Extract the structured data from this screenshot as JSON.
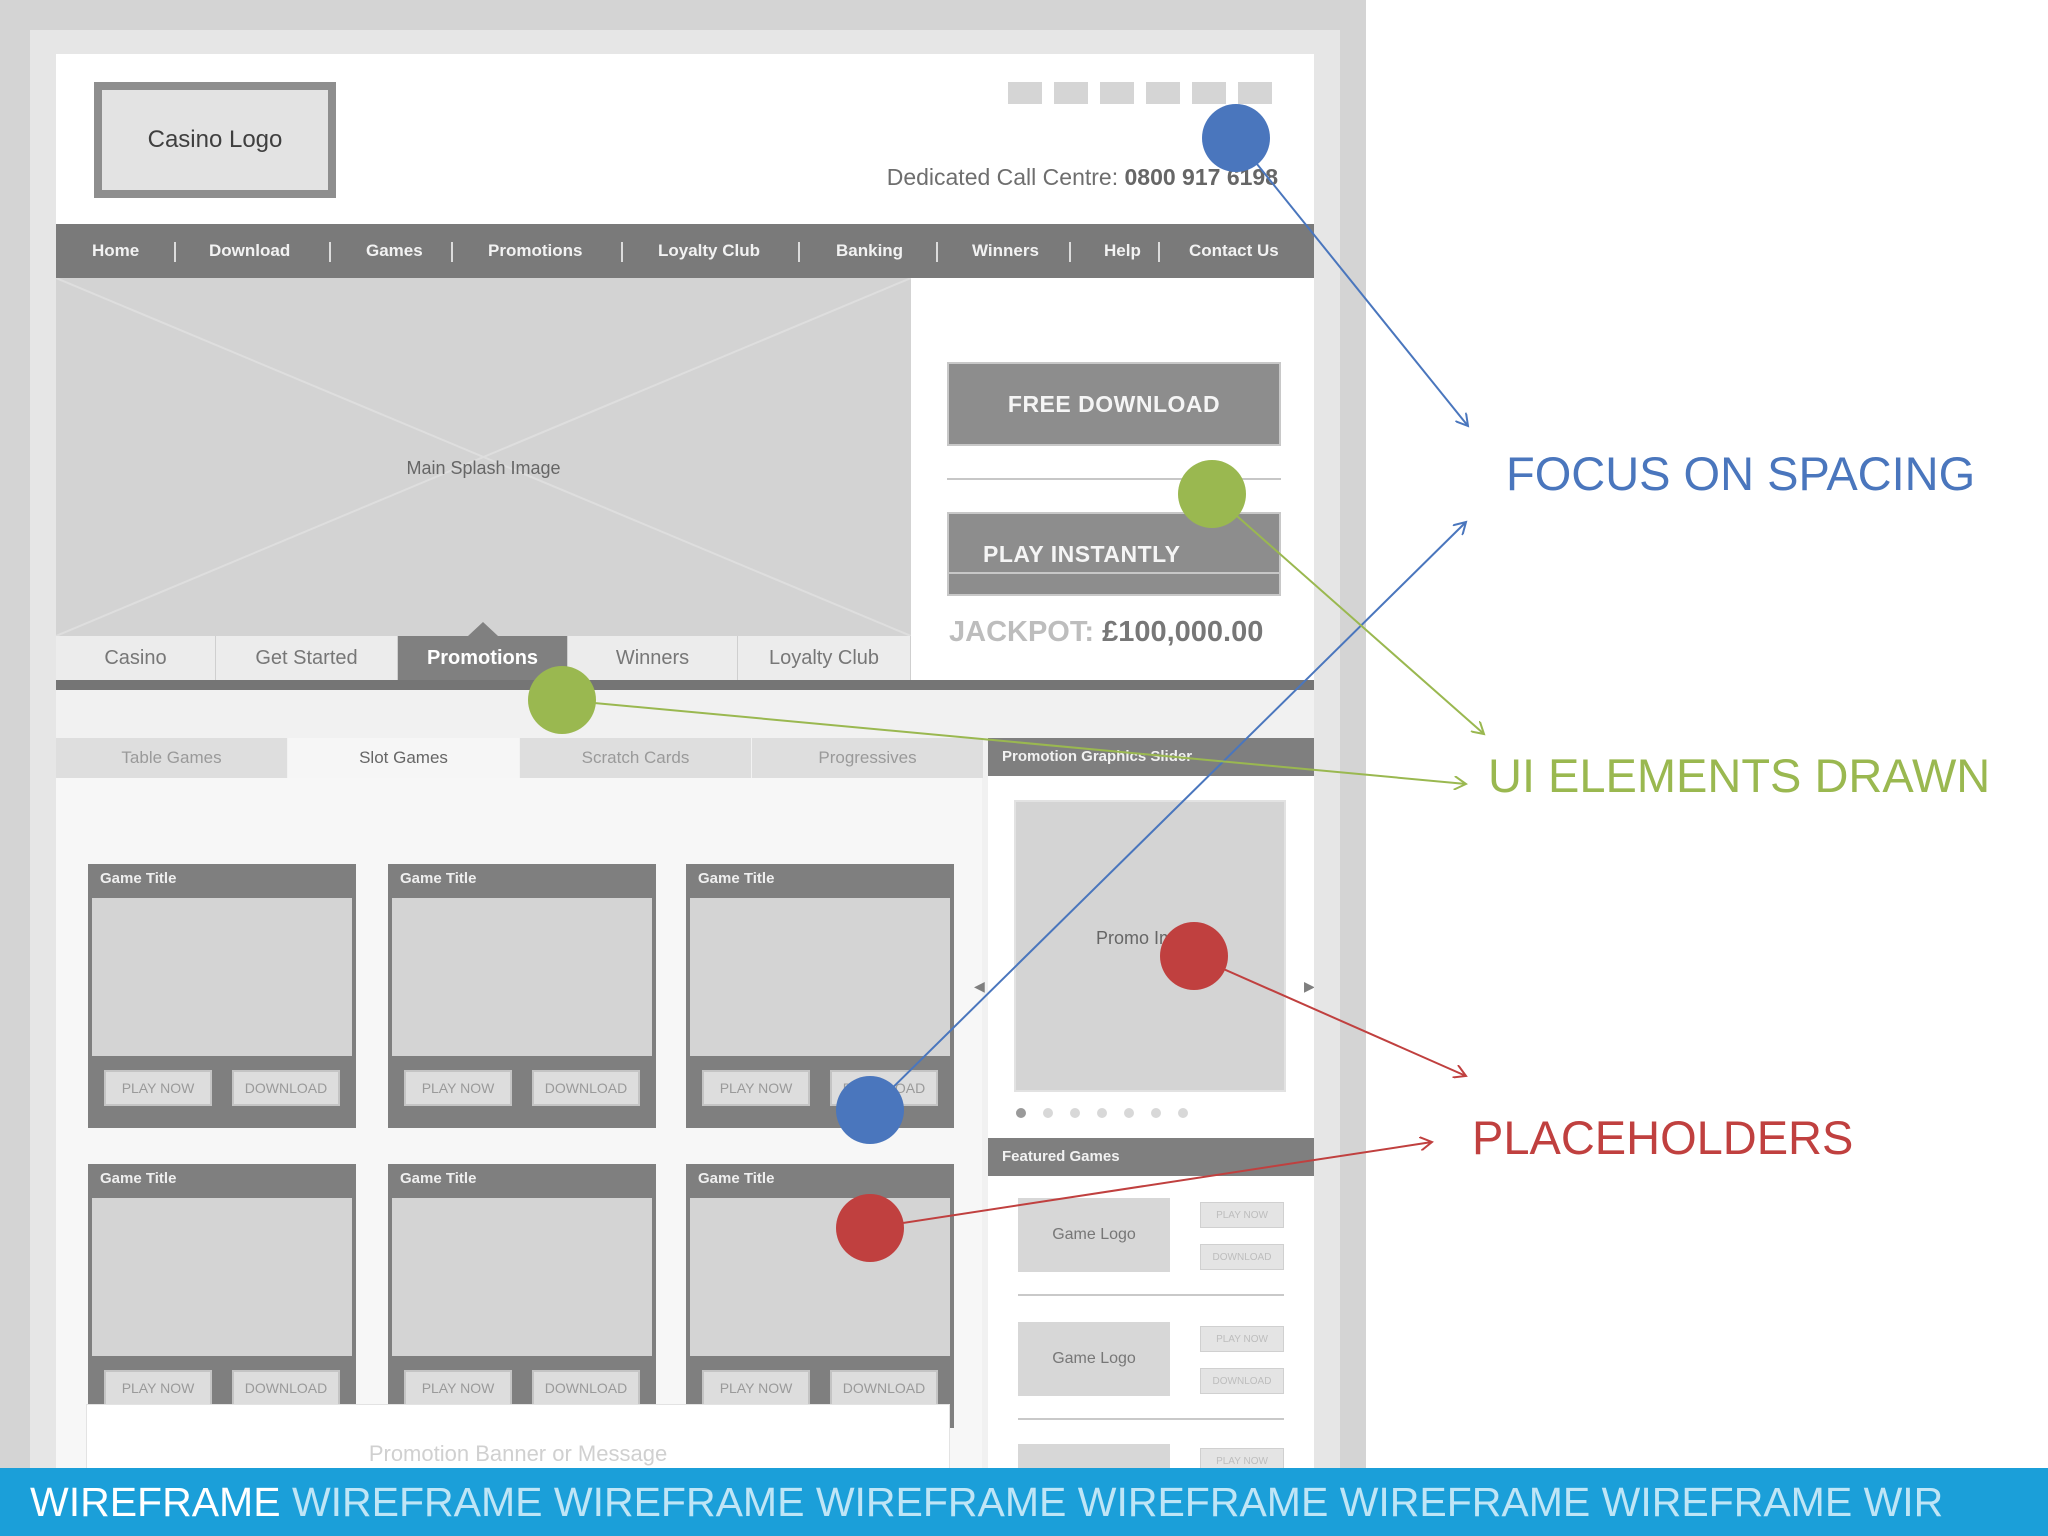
{
  "header": {
    "logo": "Casino Logo",
    "call_label": "Dedicated Call Centre:",
    "call_number": "0800 917 6198"
  },
  "nav": [
    "Home",
    "Download",
    "Games",
    "Promotions",
    "Loyalty Club",
    "Banking",
    "Winners",
    "Help",
    "Contact Us"
  ],
  "splash": {
    "label": "Main Splash Image"
  },
  "splash_tabs": [
    "Casino",
    "Get Started",
    "Promotions",
    "Winners",
    "Loyalty Club"
  ],
  "cta": {
    "free_download": "FREE DOWNLOAD",
    "play_instantly": "PLAY INSTANTLY",
    "jackpot_label": "JACKPOT:",
    "jackpot_value": "£100,000.00"
  },
  "game_tabs": [
    "Table Games",
    "Slot Games",
    "Scratch Cards",
    "Progressives"
  ],
  "game_card": {
    "title": "Game Title",
    "play": "PLAY NOW",
    "download": "DOWNLOAD"
  },
  "promo_banner": "Promotion Banner or Message",
  "sidebar": {
    "slider_title": "Promotion Graphics Slider",
    "promo_image": "Promo Image",
    "featured_title": "Featured Games",
    "game_logo": "Game Logo",
    "play": "PLAY NOW",
    "download": "DOWNLOAD"
  },
  "annotations": {
    "spacing": {
      "label": "FOCUS ON SPACING",
      "color": "#4a76bd"
    },
    "ui": {
      "label": "UI ELEMENTS DRAWN",
      "color": "#9ab850"
    },
    "placeholders": {
      "label": "PLACEHOLDERS",
      "color": "#c0403f"
    }
  },
  "banner": {
    "first": "WIREFRAME",
    "rest": "WIREFRAME WIREFRAME WIREFRAME WIREFRAME WIREFRAME WIREFRAME WIR"
  }
}
